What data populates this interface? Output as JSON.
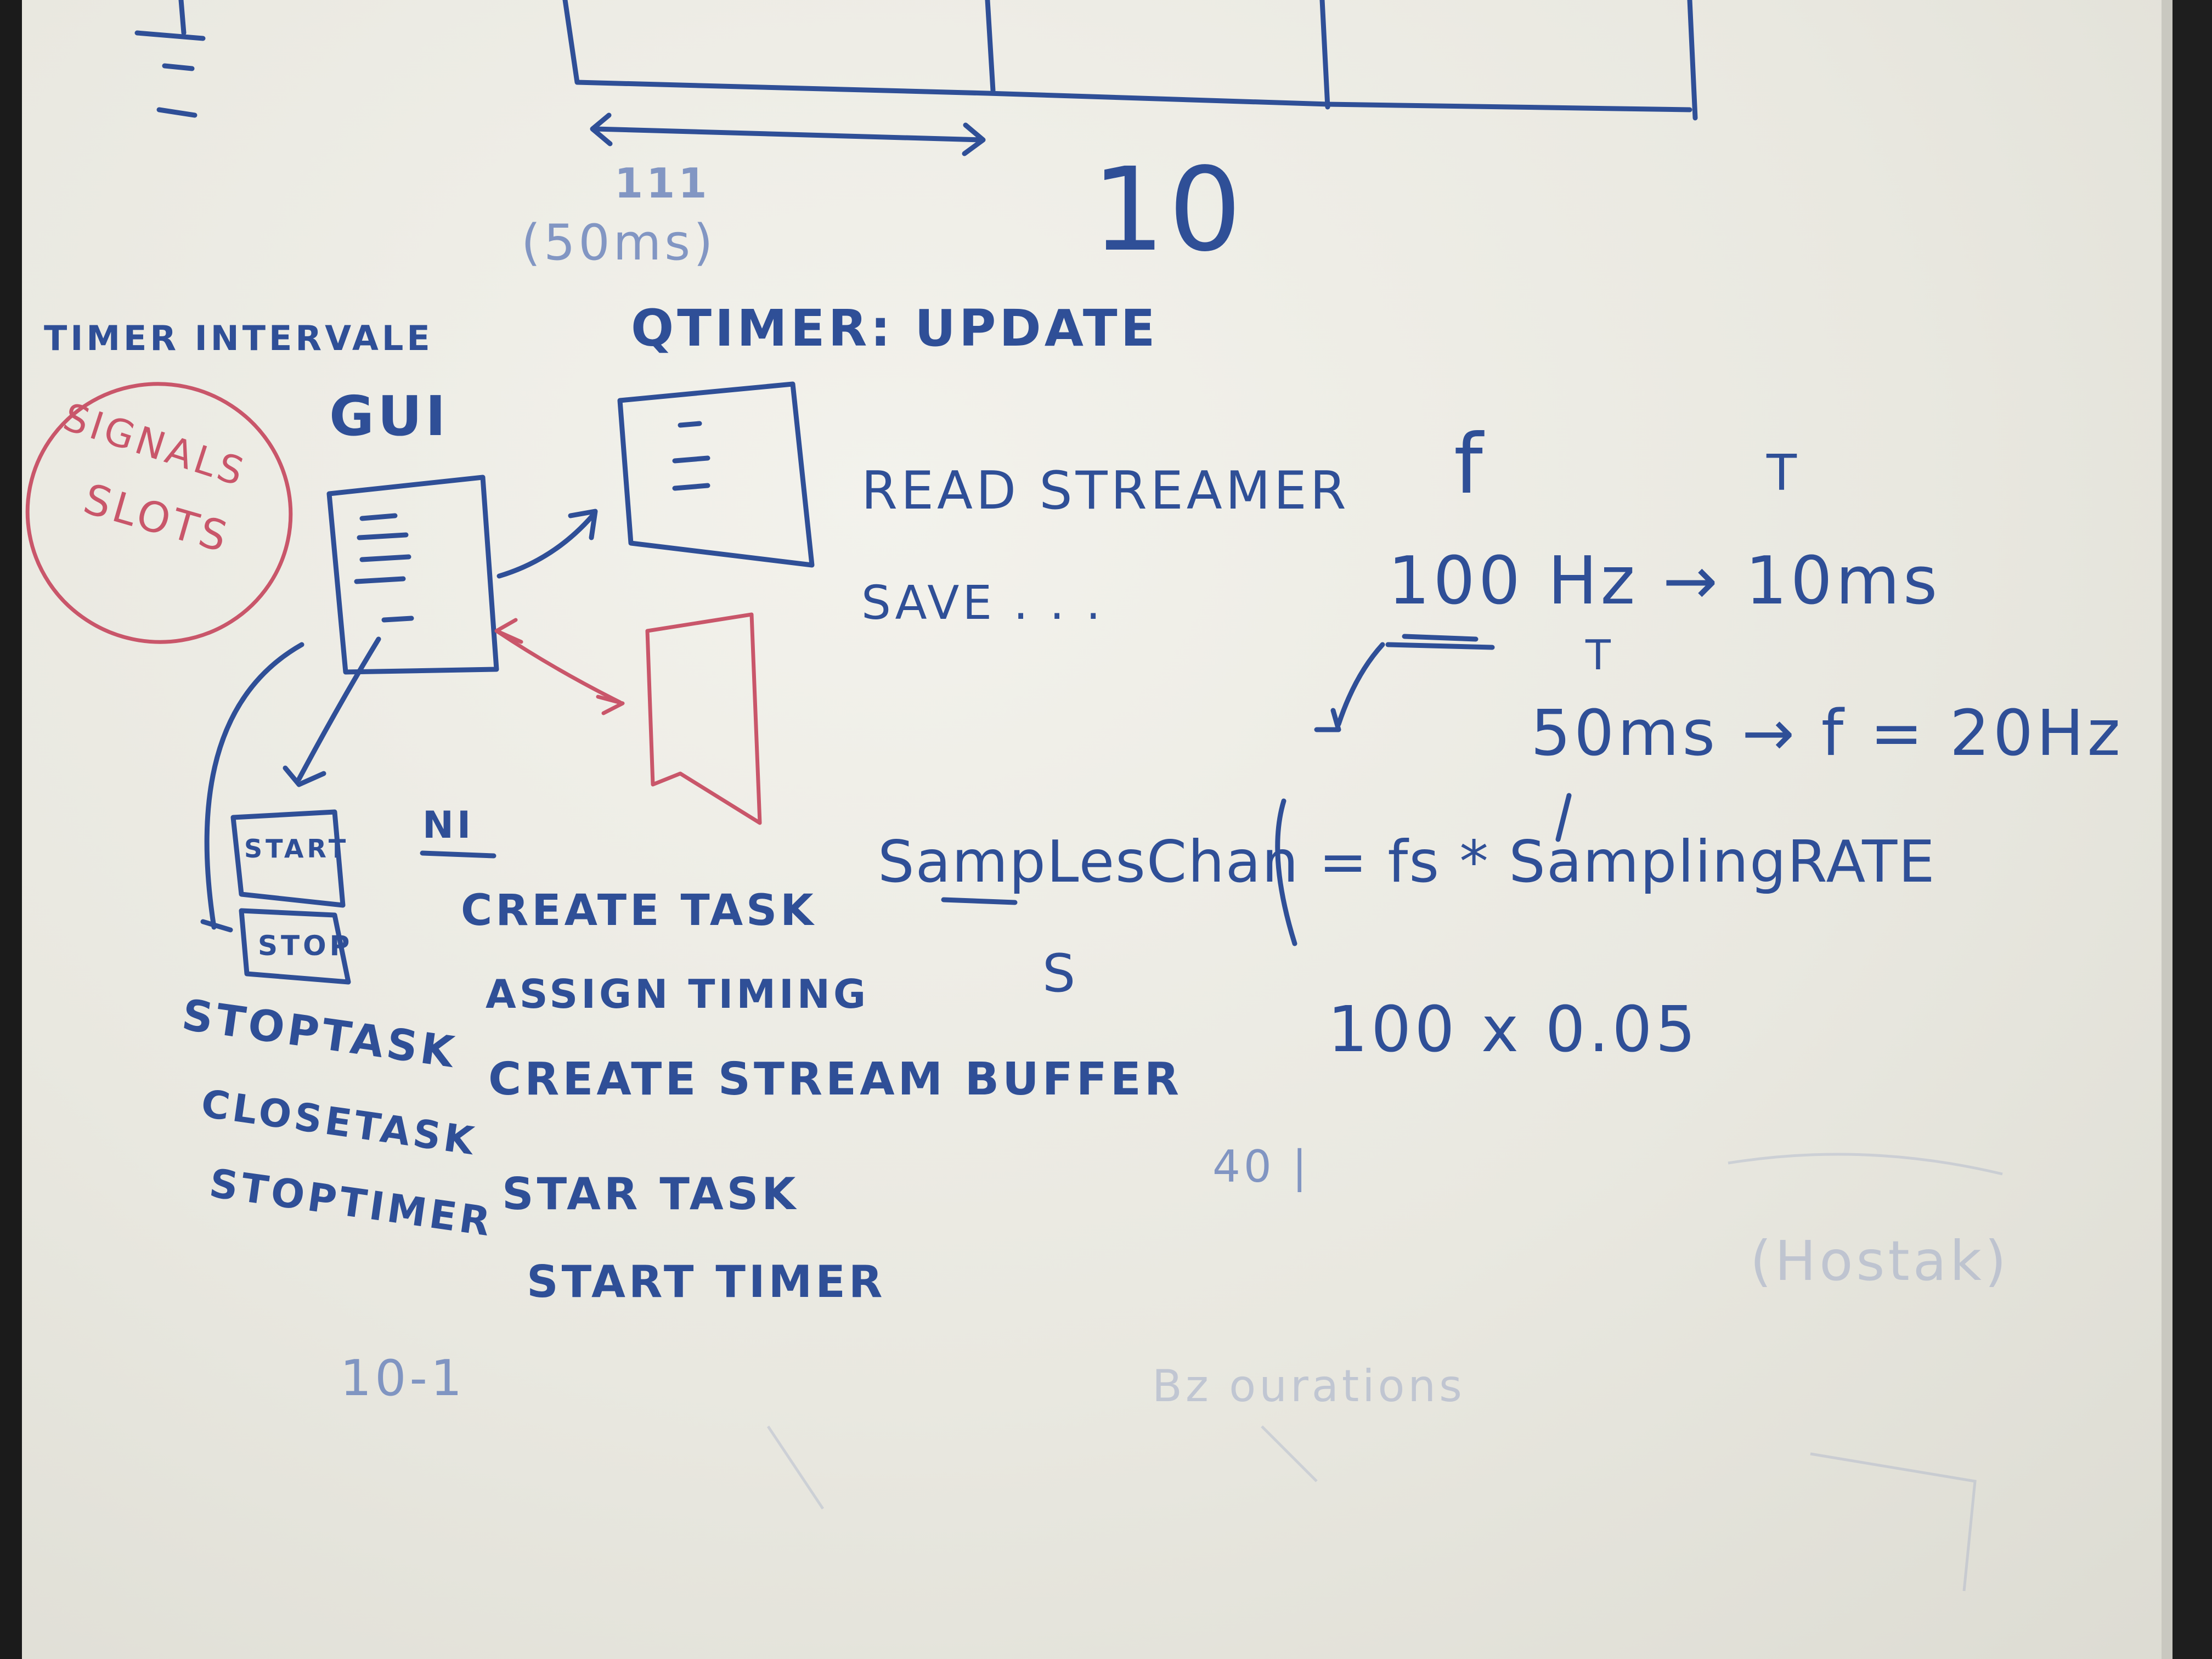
{
  "whiteboard": {
    "timeline": {
      "label_left": "111",
      "label_right": "10",
      "label_ms": "(50ms)"
    },
    "timer_interval": "TIMER INTERVALE",
    "qtimer_update": "QTIMER: UPDATE",
    "gui_label": "GUI",
    "signals_slots": [
      "SIGNALS",
      "SLOTS"
    ],
    "buttons": {
      "start": "START",
      "stop": "STOP"
    },
    "read_streamer": "READ STREAMER",
    "save": "SAVE . . .",
    "ni_label": "NI",
    "ni_steps": [
      "CREATE TASK",
      "ASSIGN TIMING",
      "CREATE STREAM BUFFER",
      "STAR TASK",
      "START TIMER"
    ],
    "stop_steps": [
      "STOPTASK",
      "CLOSETASK",
      "STOPTIMER"
    ],
    "freq": {
      "f_symbol": "f",
      "t_symbol": "T",
      "line1": "100 Hz → 10ms",
      "line2": "50ms → f = 20Hz",
      "t_symbol2": "T"
    },
    "formula": "SampLesChan = fs * SamplingRATE",
    "formula_sub": "S",
    "calc": "100 x 0.05",
    "misc_right": "40 |",
    "misc_bottom": "10-1",
    "faint_right": "(Hostak)",
    "faint_bottom": "Bz ourations"
  },
  "colors": {
    "marker_blue": "#2f4f97",
    "marker_red": "#c9566a",
    "board": "#eeede6"
  }
}
